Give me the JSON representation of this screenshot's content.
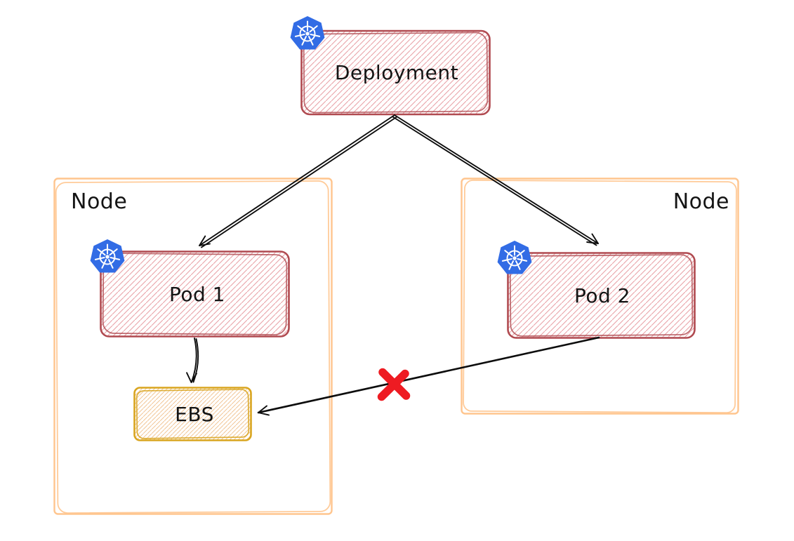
{
  "diagram": {
    "deployment": {
      "label": "Deployment"
    },
    "nodes": [
      {
        "label": "Node"
      },
      {
        "label": "Node"
      }
    ],
    "pods": [
      {
        "label": "Pod 1"
      },
      {
        "label": "Pod 2"
      }
    ],
    "storage": {
      "label": "EBS"
    },
    "connections": [
      {
        "from": "Deployment",
        "to": "Pod 1",
        "style": "arrow"
      },
      {
        "from": "Deployment",
        "to": "Pod 2",
        "style": "arrow"
      },
      {
        "from": "Pod 1",
        "to": "EBS",
        "style": "arrow"
      },
      {
        "from": "Pod 2",
        "to": "EBS",
        "style": "arrow",
        "blocked": true,
        "marker": "✖"
      }
    ],
    "icons": {
      "kubernetes": "kubernetes-icon",
      "error": "red-x-icon"
    },
    "colors": {
      "background": "#ffffff",
      "pod_border": "#b04a50",
      "pod_hatch": "#e59298",
      "node_border": "#ffc58e",
      "ebs_border": "#d9a51f",
      "ebs_hatch": "#f0bf8b",
      "arrow": "#0d0d0d",
      "error_x": "#ee1b22",
      "kubernetes_blue": "#326ce5",
      "kubernetes_wheel": "#ffffff",
      "text": "#141414"
    }
  }
}
